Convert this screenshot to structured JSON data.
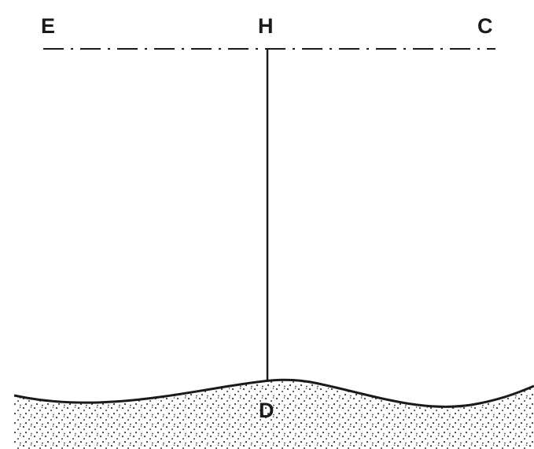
{
  "diagram": {
    "labels": {
      "E": "E",
      "H": "H",
      "C": "C",
      "D": "D"
    },
    "elements": {
      "horizontal_line": {
        "from": "E",
        "to": "C",
        "style": "dash-dot"
      },
      "vertical_line": {
        "from": "H",
        "to": "D",
        "style": "solid"
      },
      "ground": {
        "style": "wavy-surface-with-stippled-fill"
      }
    },
    "colors": {
      "line": "#1a1a1a",
      "stipple": "#3a3a3a",
      "background": "#ffffff"
    }
  }
}
